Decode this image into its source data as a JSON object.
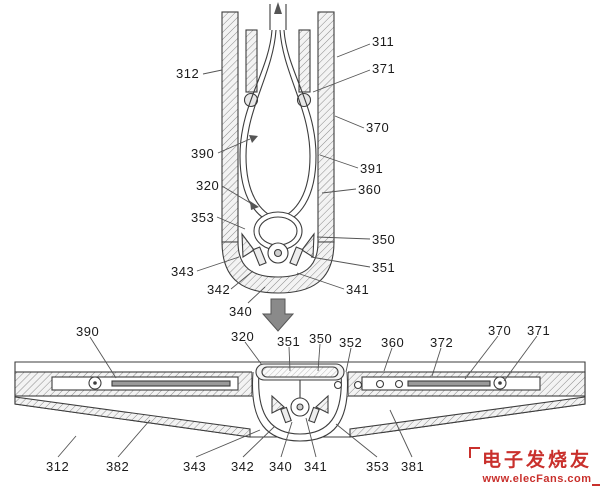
{
  "figures": {
    "folded_view_labels": [
      "311",
      "312",
      "371",
      "370",
      "390",
      "391",
      "360",
      "320",
      "353",
      "350",
      "343",
      "351",
      "342",
      "340",
      "341"
    ],
    "flat_view_top_labels": [
      "390",
      "320",
      "351",
      "350",
      "352",
      "360",
      "372",
      "370",
      "371"
    ],
    "flat_view_bottom_labels": [
      "312",
      "382",
      "343",
      "342",
      "340",
      "341",
      "353",
      "381"
    ]
  },
  "watermark": {
    "brand": "电子发烧友",
    "url": "www.elecFans.com"
  },
  "colors": {
    "watermark_red": "#c9302c",
    "line_color": "#3d3d3d"
  }
}
